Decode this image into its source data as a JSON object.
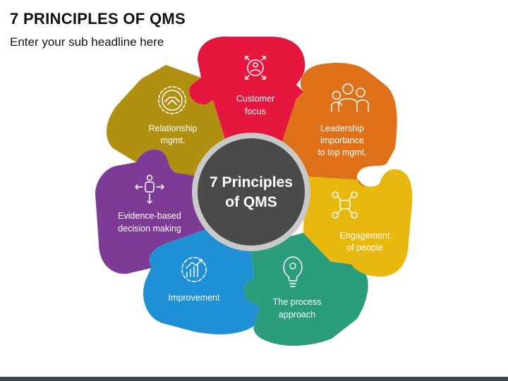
{
  "header": {
    "title": "7 PRINCIPLES OF QMS",
    "subtitle": "Enter your sub headline here"
  },
  "center": {
    "line1": "7 Principles",
    "line2": "of QMS"
  },
  "segments": [
    {
      "label1": "Customer",
      "label2": "focus",
      "icon": "customer-icon",
      "color": "#e5173f"
    },
    {
      "label1": "Leadership",
      "label2": "importance",
      "label3": "to top mgmt.",
      "icon": "leadership-icon",
      "color": "#e0711b"
    },
    {
      "label1": "Engagement",
      "label2": "of people",
      "icon": "engagement-icon",
      "color": "#e9b80f"
    },
    {
      "label1": "The process",
      "label2": "approach",
      "icon": "process-bulb-icon",
      "color": "#2b9c7c"
    },
    {
      "label1": "Improvement",
      "icon": "improvement-chart-icon",
      "color": "#1f8fd6"
    },
    {
      "label1": "Evidence-based",
      "label2": "decision making",
      "icon": "evidence-decision-icon",
      "color": "#7d3b96"
    },
    {
      "label1": "Relationship",
      "label2": "mgmt.",
      "icon": "relationship-handshake-icon",
      "color": "#b18f10"
    }
  ],
  "colors": {
    "center_fill": "#4a4a4a",
    "center_ring": "#c9c9c9",
    "bottom_bar": "#3a4756"
  }
}
